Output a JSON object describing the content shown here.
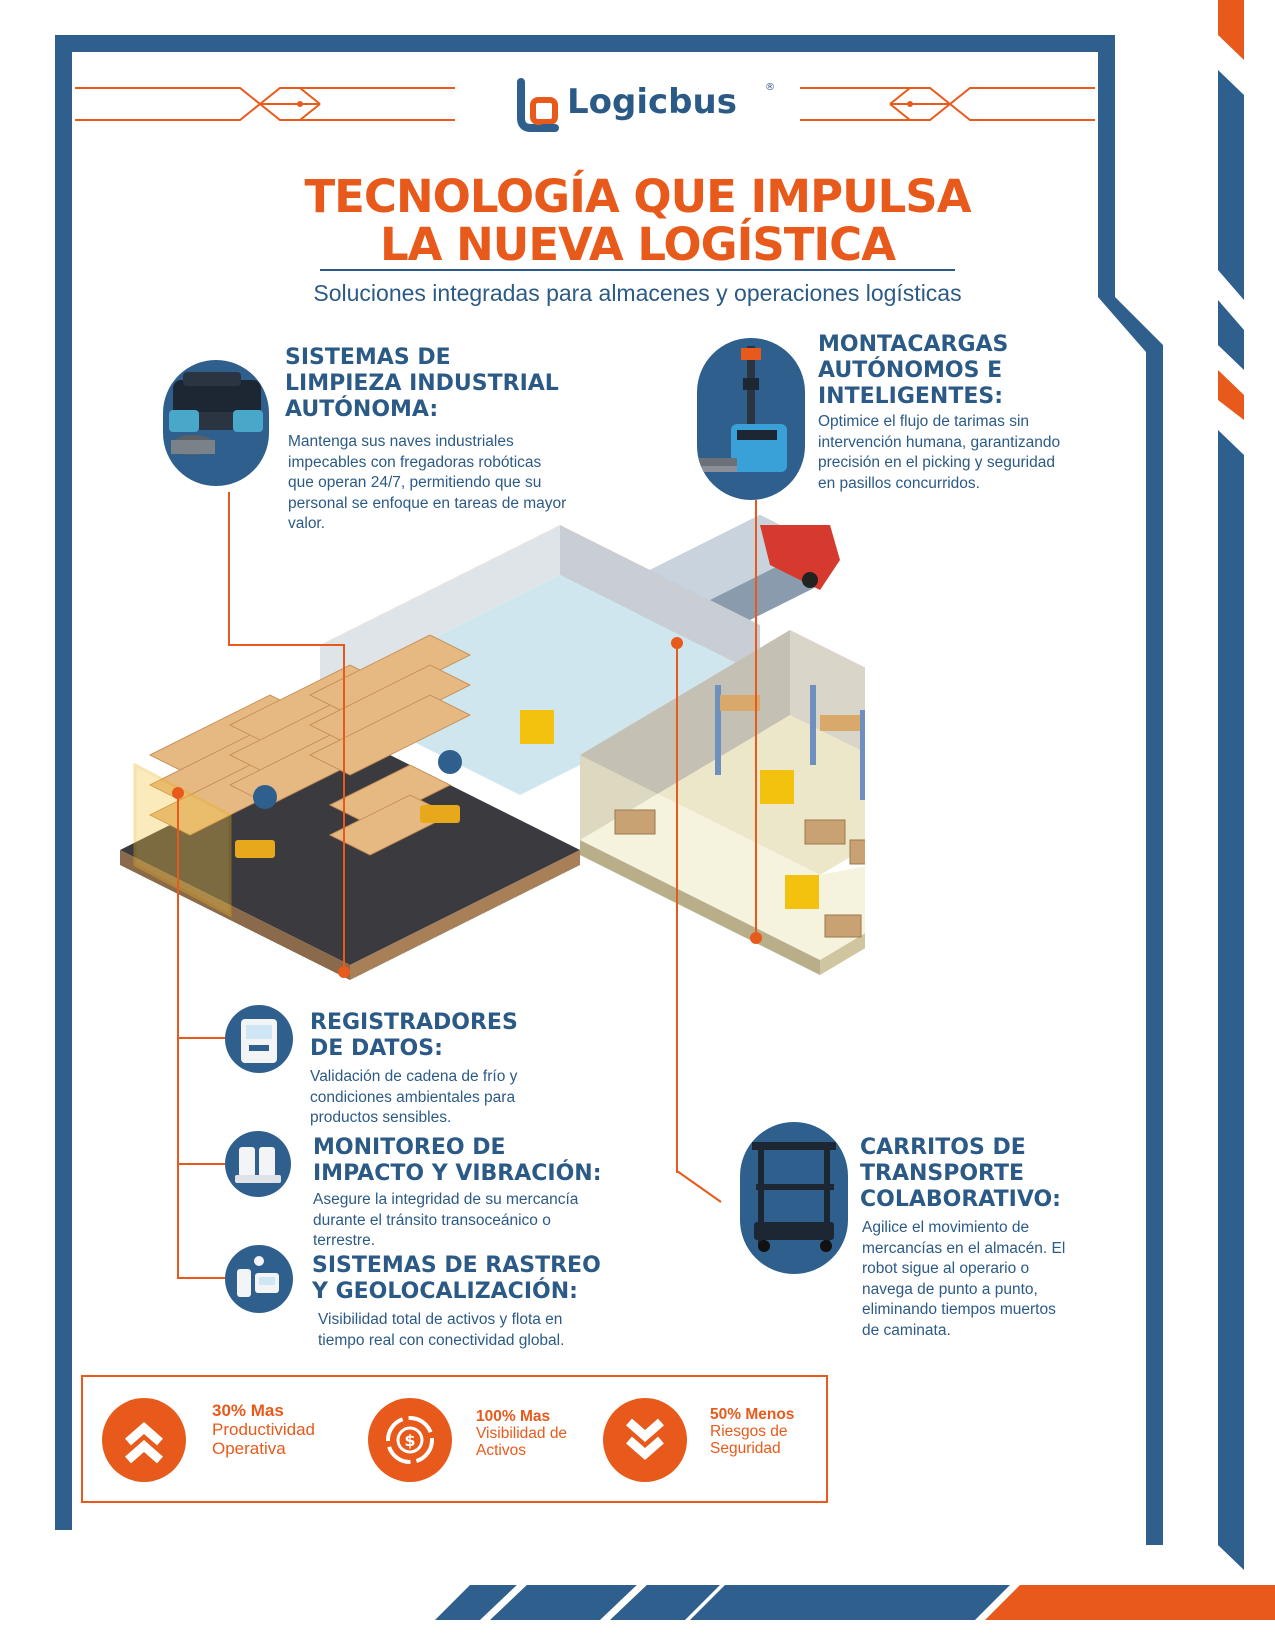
{
  "brand": {
    "name": "Logicbus",
    "mark": "®"
  },
  "header": {
    "title_line1": "TECNOLOGÍA QUE IMPULSA",
    "title_line2": "LA NUEVA LOGÍSTICA",
    "subtitle": "Soluciones integradas para almacenes y operaciones logísticas"
  },
  "sections": {
    "limpieza": {
      "title_lines": [
        "SISTEMAS DE",
        "LIMPIEZA INDUSTRIAL",
        "AUTÓNOMA:"
      ],
      "body_lines": [
        "Mantenga sus naves industriales",
        "impecables con fregadoras robóticas",
        "que operan 24/7, permitiendo que su",
        "personal se enfoque en tareas de mayor",
        "valor."
      ]
    },
    "montacargas": {
      "title_lines": [
        "MONTACARGAS",
        "AUTÓNOMOS E",
        "INTELIGENTES:"
      ],
      "body_lines": [
        "Optimice el flujo de tarimas sin",
        "intervención humana, garantizando",
        "precisión en el picking y seguridad",
        "en pasillos concurridos."
      ]
    },
    "registradores": {
      "title_lines": [
        "REGISTRADORES",
        "DE DATOS:"
      ],
      "body_lines": [
        "Validación de cadena de frío y",
        "condiciones ambientales para",
        "productos sensibles."
      ]
    },
    "monitoreo": {
      "title_lines": [
        "MONITOREO DE",
        "IMPACTO Y VIBRACIÓN:"
      ],
      "body_lines": [
        "Asegure la integridad de su mercancía",
        "durante el tránsito transoceánico o",
        "terrestre."
      ]
    },
    "rastreo": {
      "title_lines": [
        "SISTEMAS DE RASTREO",
        "Y GEOLOCALIZACIÓN:"
      ],
      "body_lines": [
        "Visibilidad total de activos y flota en",
        "tiempo real con conectividad global."
      ]
    },
    "carritos": {
      "title_lines": [
        "CARRITOS DE",
        "TRANSPORTE",
        "COLABORATIVO:"
      ],
      "body_lines": [
        "Agilice el movimiento de",
        "mercancías en el almacén. El",
        "robot sigue al operario o",
        "navega de punto a punto,",
        "eliminando tiempos muertos",
        "de caminata."
      ]
    }
  },
  "stats": [
    {
      "value": "30% Mas",
      "label_lines": [
        "Productividad",
        "Operativa"
      ],
      "icon": "chevrons-up-icon"
    },
    {
      "value": "100% Mas",
      "label_lines": [
        "Visibilidad de",
        "Activos"
      ],
      "icon": "money-cycle-icon"
    },
    {
      "value": "50% Menos",
      "label_lines": [
        "Riesgos de",
        "Seguridad"
      ],
      "icon": "chevrons-down-icon"
    }
  ],
  "colors": {
    "blue": "#2f5f8d",
    "orange": "#e85a1b"
  }
}
